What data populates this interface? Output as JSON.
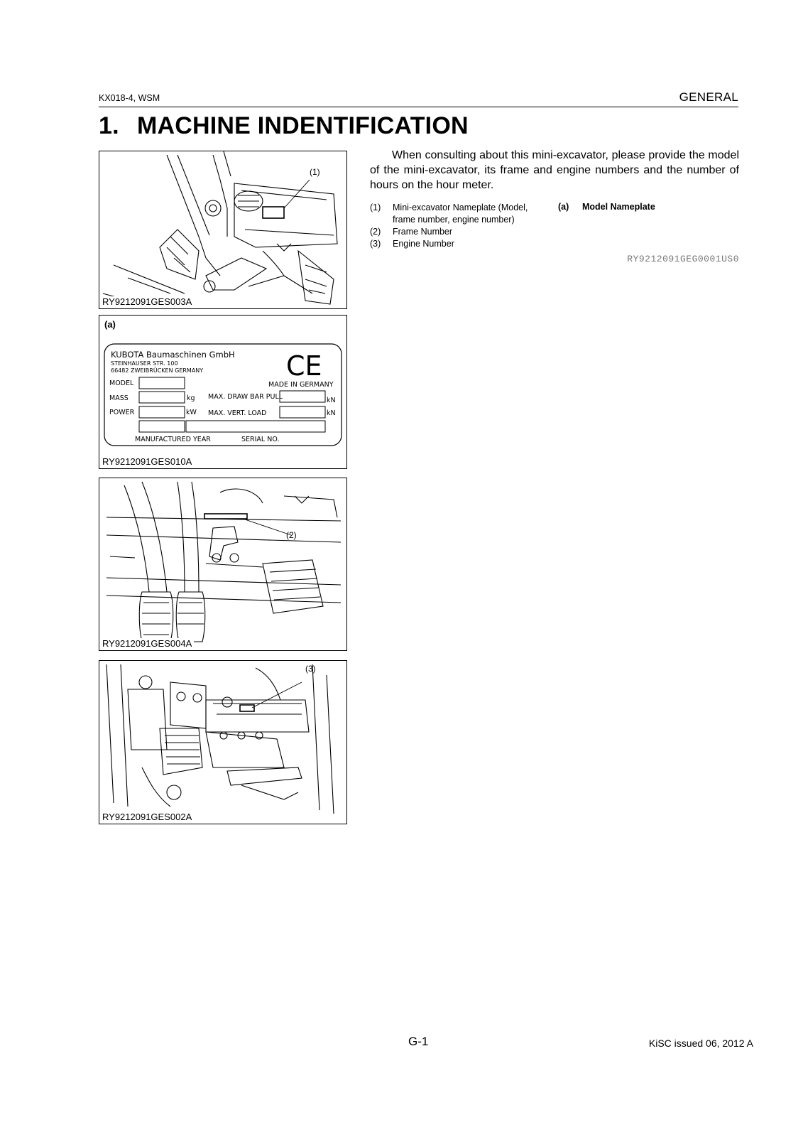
{
  "header": {
    "model": "KX018-4, WSM",
    "section": "GENERAL"
  },
  "title": {
    "number": "1.",
    "text": "MACHINE INDENTIFICATION"
  },
  "figures": [
    {
      "caption": "RY9212091GES003A",
      "callout": "(1)"
    },
    {
      "caption": "RY9212091GES010A",
      "label": "(a)"
    },
    {
      "caption": "RY9212091GES004A",
      "callout": "(2)"
    },
    {
      "caption": "RY9212091GES002A",
      "callout": "(3)"
    }
  ],
  "nameplate": {
    "company": "KUBOTA Baumaschinen GmbH",
    "street": "STEINHAUSER STR. 100",
    "city": "66482 ZWEIBRÜCKEN GERMANY",
    "mark": "CE",
    "model_label": "MODEL",
    "made_in": "MADE IN GERMANY",
    "mass_label": "MASS",
    "mass_unit": "kg",
    "draw_bar_label": "MAX. DRAW BAR PULL",
    "draw_bar_unit": "kN",
    "power_label": "POWER",
    "power_unit": "kW",
    "vert_load_label": "MAX. VERT. LOAD",
    "vert_load_unit": "kN",
    "year_label": "MANUFACTURED YEAR",
    "serial_label": "SERIAL NO."
  },
  "intro": "When consulting about this mini-excavator, please provide the model of the mini-excavator, its frame and engine numbers and the number of hours on the hour meter.",
  "legend": [
    {
      "num": "(1)",
      "text": "Mini-excavator Nameplate (Model,",
      "cont": "frame number, engine number)"
    },
    {
      "num": "(2)",
      "text": "Frame Number"
    },
    {
      "num": "(3)",
      "text": "Engine Number"
    }
  ],
  "legend_right": {
    "num": "(a)",
    "text": "Model Nameplate"
  },
  "ref_code": "RY9212091GEG0001US0",
  "footer": {
    "page": "G-1",
    "issued": "KiSC issued 06, 2012 A"
  }
}
